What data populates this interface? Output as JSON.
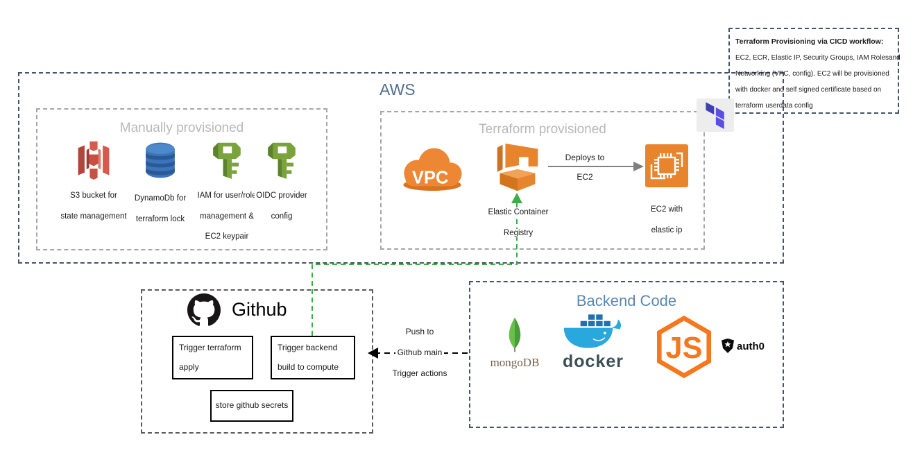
{
  "note": {
    "title": "Terraform Provisioning via CICD workflow:",
    "lines": [
      "EC2, ECR, Elastic IP, Security Groups, IAM Rolesand",
      "Networking (VPC, config). EC2 will be provisioned",
      "with docker and self signed certificate based on",
      "terraform userdata config"
    ]
  },
  "aws": {
    "title": "AWS",
    "manually_provisioned": {
      "title": "Manually provisioned",
      "items": [
        {
          "icon": "s3-icon",
          "lines": [
            "S3 bucket for",
            "state management"
          ]
        },
        {
          "icon": "dynamodb-icon",
          "lines": [
            "DynamoDb for",
            "terraform lock"
          ]
        },
        {
          "icon": "iam-key-icon",
          "lines": [
            "IAM for user/role",
            "management &",
            "EC2 keypair"
          ]
        },
        {
          "icon": "oidc-key-icon",
          "lines": [
            "OIDC provider",
            "config"
          ]
        }
      ]
    },
    "terraform_provisioned": {
      "title": "Terraform provisioned",
      "vpc_label": "VPC",
      "ecr_lines": [
        "Elastic Container",
        "Registry"
      ],
      "deploy_lines": [
        "Deploys to",
        "EC2"
      ],
      "ec2_lines": [
        "EC2 with",
        "elastic ip"
      ]
    }
  },
  "github": {
    "title": "Github",
    "trigger_terraform": [
      "Trigger  terraform",
      "apply"
    ],
    "trigger_backend": [
      "Trigger backend",
      "build to compute"
    ],
    "store_secrets": "store github secrets"
  },
  "backend": {
    "title": "Backend Code",
    "mongodb_label": "mongoDB",
    "docker_label": "docker",
    "nodejs_label": "JS",
    "auth0_label": "auth0"
  },
  "push_label": [
    "Push to",
    "Github main",
    "Trigger actions"
  ],
  "colors": {
    "outer_border": "#44546a",
    "inner_border": "#a6a6a6",
    "github_border": "#595959",
    "green_connector": "#3fad46",
    "gray_arrow": "#7f7f7f",
    "aws_title": "#526d8f",
    "backend_title": "#5b87b0",
    "section_title": "#b8b8b8",
    "aws_orange": "#e8842c",
    "s3_red": "#c94f43",
    "dynamodb_blue": "#3b74ba",
    "iam_green": "#7aa33c",
    "terraform_purple": "#5c4ee5",
    "docker_blue": "#29a8dd",
    "mongo_green": "#5ab54a",
    "node_orange": "#f7771e"
  }
}
